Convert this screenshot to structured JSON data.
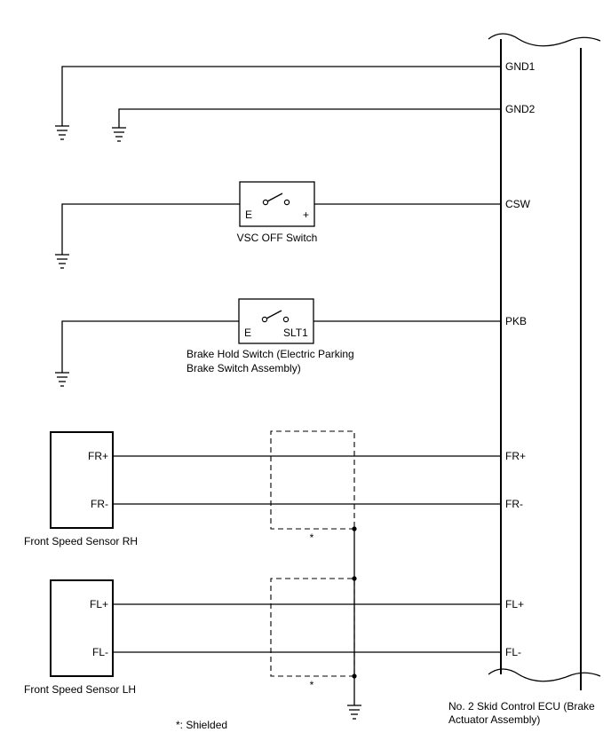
{
  "ecu": {
    "label_line1": "No. 2 Skid Control ECU (Brake",
    "label_line2": "Actuator Assembly)",
    "pins": {
      "gnd1": "GND1",
      "gnd2": "GND2",
      "csw": "CSW",
      "pkb": "PKB",
      "fr_plus": "FR+",
      "fr_minus": "FR-",
      "fl_plus": "FL+",
      "fl_minus": "FL-"
    }
  },
  "vsc_switch": {
    "label": "VSC OFF Switch",
    "pin_left": "E",
    "pin_right": "+"
  },
  "brake_hold_switch": {
    "label_line1": "Brake Hold Switch (Electric Parking",
    "label_line2": "Brake Switch Assembly)",
    "pin_left": "E",
    "pin_right": "SLT1"
  },
  "front_sensor_rh": {
    "label": "Front Speed Sensor RH",
    "pin_plus": "FR+",
    "pin_minus": "FR-"
  },
  "front_sensor_lh": {
    "label": "Front Speed Sensor LH",
    "pin_plus": "FL+",
    "pin_minus": "FL-"
  },
  "shield": {
    "mark": "*",
    "legend": "*: Shielded"
  }
}
